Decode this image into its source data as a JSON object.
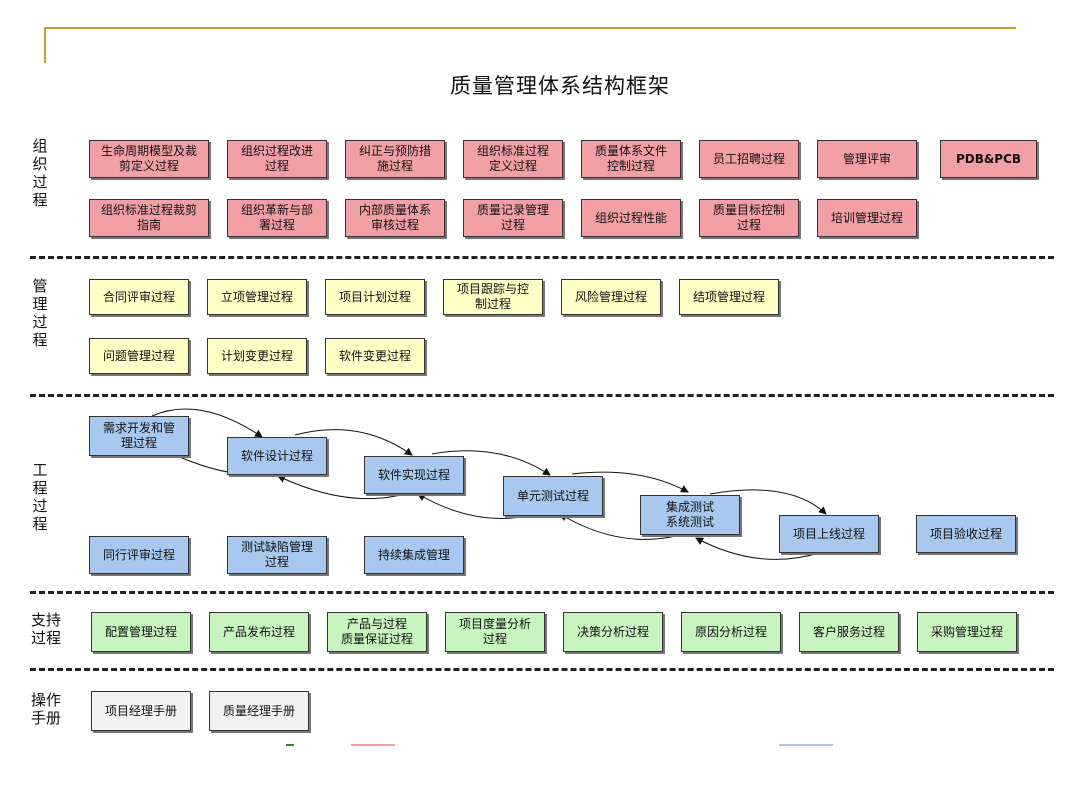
{
  "title": "质量管理体系结构框架",
  "sections": {
    "org": "组\n织\n过\n程",
    "mgmt": "管\n理\n过\n程",
    "eng": "工\n程\n过\n程",
    "support": "支持\n过程",
    "manual": "操作\n手册"
  },
  "org": {
    "row1": [
      "生命周期模型及裁\n剪定义过程",
      "组织过程改进\n过程",
      "纠正与预防措\n施过程",
      "组织标准过程\n定义过程",
      "质量体系文件\n控制过程",
      "员工招聘过程",
      "管理评审",
      "PDB&PCB"
    ],
    "row2": [
      "组织标准过程裁剪\n指南",
      "组织革新与部\n署过程",
      "内部质量体系\n审核过程",
      "质量记录管理\n过程",
      "组织过程性能",
      "质量目标控制\n过程",
      "培训管理过程"
    ]
  },
  "mgmt": {
    "row1": [
      "合同评审过程",
      "立项管理过程",
      "项目计划过程",
      "项目跟踪与控\n制过程",
      "风险管理过程",
      "结项管理过程"
    ],
    "row2": [
      "问题管理过程",
      "计划变更过程",
      "软件变更过程"
    ]
  },
  "eng": {
    "flow": [
      "需求开发和管\n理过程",
      "软件设计过程",
      "软件实现过程",
      "单元测试过程",
      "集成测试\n系统测试",
      "项目上线过程"
    ],
    "extra": "项目验收过程",
    "bottom": [
      "同行评审过程",
      "测试缺陷管理\n过程",
      "持续集成管理"
    ]
  },
  "support": [
    "配置管理过程",
    "产品发布过程",
    "产品与过程\n质量保证过程",
    "项目度量分析\n过程",
    "决策分析过程",
    "原因分析过程",
    "客户服务过程",
    "采购管理过程"
  ],
  "manual": [
    "项目经理手册",
    "质量经理手册"
  ],
  "colors": {
    "frame": "#c9a227",
    "org": "#f2a0a6",
    "mgmt": "#ffffc6",
    "eng": "#a8c8f0",
    "support": "#c8f4c0",
    "manual": "#f2f2f2"
  }
}
